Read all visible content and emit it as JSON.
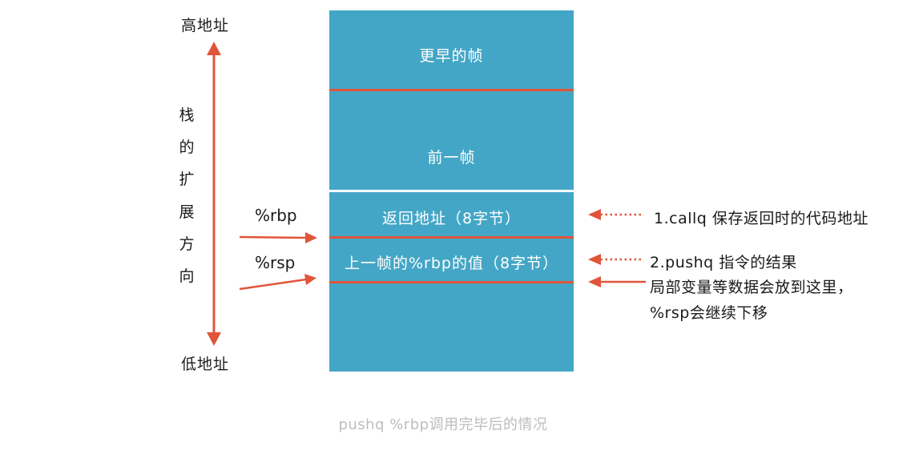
{
  "address": {
    "high": "高地址",
    "low": "低地址"
  },
  "growth_direction": [
    "栈",
    "的",
    "扩",
    "展",
    "方",
    "向"
  ],
  "registers": {
    "rbp": "%rbp",
    "rsp": "%rsp"
  },
  "frames": {
    "earlier": "更早的帧",
    "previous": "前一帧",
    "return_address": "返回地址（8字节）",
    "saved_rbp": "上一帧的%rbp的值（8字节）"
  },
  "notes": {
    "callq": "1.callq 保存返回时的代码地址",
    "pushq": "2.pushq 指令的结果",
    "locals_line1": "局部变量等数据会放到这里，",
    "locals_line2": "%rsp会继续下移"
  },
  "caption": "pushq %rbp调用完毕后的情况",
  "colors": {
    "block": "#44a6c6",
    "accent": "#e0553a",
    "caption": "#bdbdbd"
  }
}
